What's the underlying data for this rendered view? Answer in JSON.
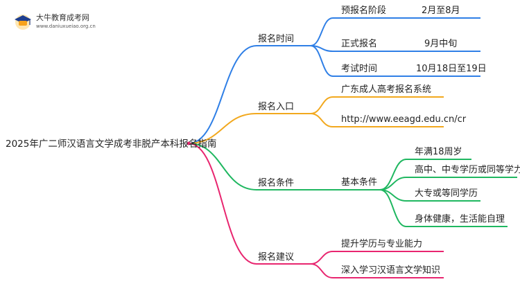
{
  "logo": {
    "name": "大牛教育成考网",
    "url": "www.daniuxueiao.org.cn"
  },
  "root": "2025年广二师汉语言文学成考非脱产本科报名指南",
  "branches": [
    {
      "label": "报名时间",
      "color": "#2f7fe6",
      "children": [
        {
          "label": "预报名阶段",
          "value": "2月至8月"
        },
        {
          "label": "正式报名",
          "value": "9月中旬"
        },
        {
          "label": "考试时间",
          "value": "10月18日至19日"
        }
      ]
    },
    {
      "label": "报名入口",
      "color": "#f2a81d",
      "children": [
        {
          "label": "广东成人高考报名系统"
        },
        {
          "label": "http://www.eeagd.edu.cn/cr"
        }
      ]
    },
    {
      "label": "报名条件",
      "color": "#1fb760",
      "children": [
        {
          "label": "基本条件",
          "children": [
            "年满18周岁",
            "高中、中专学历或同等学力",
            "大专或等同学历",
            "身体健康，生活能自理"
          ]
        }
      ]
    },
    {
      "label": "报名建议",
      "color": "#e8256f",
      "children": [
        {
          "label": "提升学历与专业能力"
        },
        {
          "label": "深入学习汉语言文学知识"
        }
      ]
    }
  ]
}
